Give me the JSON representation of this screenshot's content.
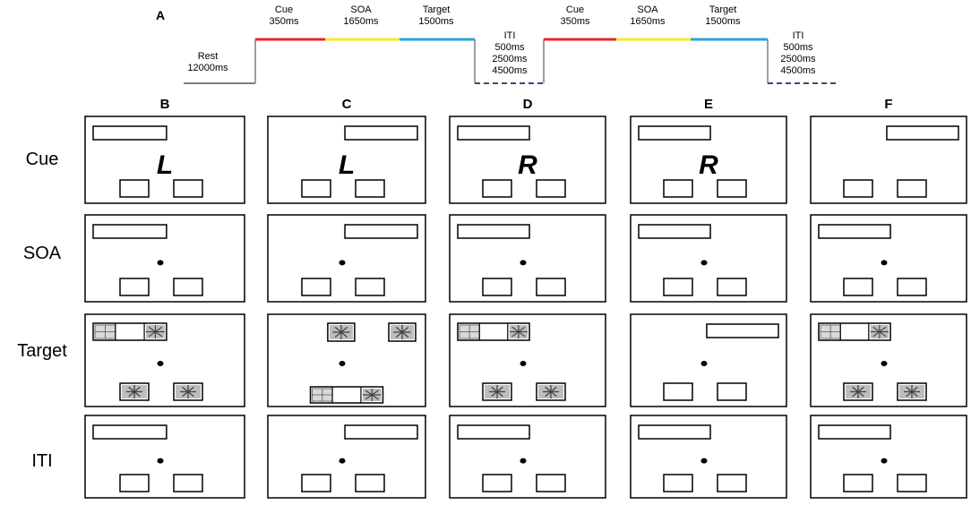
{
  "timeline": {
    "panel_label": "A",
    "segments": [
      {
        "id": "rest",
        "lines": [
          "Rest",
          "12000ms"
        ],
        "color": "#7f7f7f"
      },
      {
        "id": "cue1",
        "lines": [
          "Cue",
          "350ms"
        ],
        "color": "#e8262a"
      },
      {
        "id": "soa1",
        "lines": [
          "SOA",
          "1650ms"
        ],
        "color": "#f5ea2b"
      },
      {
        "id": "target1",
        "lines": [
          "Target",
          "1500ms"
        ],
        "color": "#2aa6e0"
      },
      {
        "id": "iti1",
        "lines": [
          "ITI",
          "500ms",
          "2500ms",
          "4500ms"
        ],
        "color": "#3c4b6e"
      },
      {
        "id": "cue2",
        "lines": [
          "Cue",
          "350ms"
        ],
        "color": "#e8262a"
      },
      {
        "id": "soa2",
        "lines": [
          "SOA",
          "1650ms"
        ],
        "color": "#f5ea2b"
      },
      {
        "id": "target2",
        "lines": [
          "Target",
          "1500ms"
        ],
        "color": "#2aa6e0"
      },
      {
        "id": "iti2",
        "lines": [
          "ITI",
          "500ms",
          "2500ms",
          "4500ms"
        ],
        "color": "#3c4b6e"
      }
    ]
  },
  "rows": [
    "Cue",
    "SOA",
    "Target",
    "ITI"
  ],
  "columns": [
    {
      "label": "B",
      "cells": {
        "Cue": {
          "bar": "left",
          "letter": "L",
          "bottom": [
            "empty",
            "empty"
          ]
        },
        "SOA": {
          "bar": "left",
          "dot": true,
          "bottom": [
            "empty",
            "empty"
          ]
        },
        "Target": {
          "bar": "left-target",
          "dot": true,
          "bottom": [
            "star",
            "star"
          ]
        },
        "ITI": {
          "bar": "left",
          "dot": true,
          "bottom": [
            "empty",
            "empty"
          ]
        }
      }
    },
    {
      "label": "C",
      "cells": {
        "Cue": {
          "bar": "right",
          "letter": "L",
          "bottom": [
            "empty",
            "empty"
          ]
        },
        "SOA": {
          "bar": "right",
          "dot": true,
          "bottom": [
            "empty",
            "empty"
          ]
        },
        "Target": {
          "top": [
            "star",
            "star"
          ],
          "dot": true,
          "bar_bottom": "target"
        },
        "ITI": {
          "bar": "right",
          "dot": true,
          "bottom": [
            "empty",
            "empty"
          ]
        }
      }
    },
    {
      "label": "D",
      "cells": {
        "Cue": {
          "bar": "left",
          "letter": "R",
          "bottom": [
            "empty",
            "empty"
          ]
        },
        "SOA": {
          "bar": "left",
          "dot": true,
          "bottom": [
            "empty",
            "empty"
          ]
        },
        "Target": {
          "bar": "left-target",
          "dot": true,
          "bottom": [
            "star",
            "star"
          ]
        },
        "ITI": {
          "bar": "left",
          "dot": true,
          "bottom": [
            "empty",
            "empty"
          ]
        }
      }
    },
    {
      "label": "E",
      "cells": {
        "Cue": {
          "bar": "left",
          "letter": "R",
          "bottom": [
            "empty",
            "empty"
          ]
        },
        "SOA": {
          "bar": "left",
          "dot": true,
          "bottom": [
            "empty",
            "empty"
          ]
        },
        "Target": {
          "bar": "right",
          "dot": true,
          "bottom": [
            "empty",
            "empty"
          ]
        },
        "ITI": {
          "bar": "left",
          "dot": true,
          "bottom": [
            "empty",
            "empty"
          ]
        }
      }
    },
    {
      "label": "F",
      "cells": {
        "Cue": {
          "bar": "right",
          "bottom": [
            "empty",
            "empty"
          ]
        },
        "SOA": {
          "bar": "left",
          "dot": true,
          "bottom": [
            "empty",
            "empty"
          ]
        },
        "Target": {
          "bar": "left-target",
          "dot": true,
          "bottom": [
            "star",
            "star"
          ]
        },
        "ITI": {
          "bar": "left",
          "dot": true,
          "bottom": [
            "empty",
            "empty"
          ]
        }
      }
    }
  ]
}
